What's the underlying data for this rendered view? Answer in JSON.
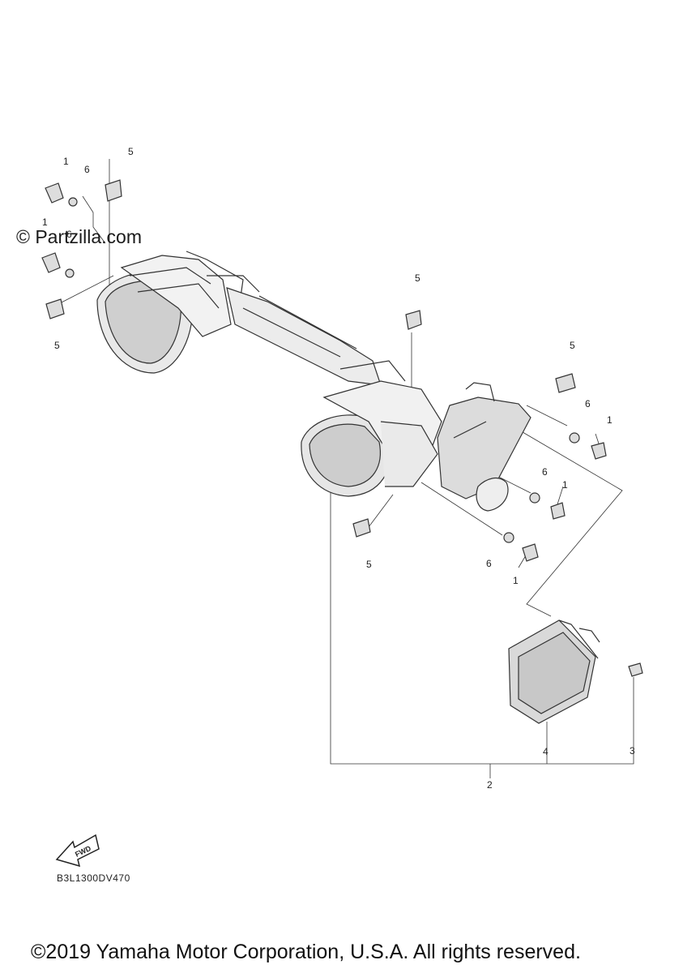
{
  "watermark": "© Partzilla.com",
  "diagram_code": "B3L1300DV470",
  "copyright": "©2019 Yamaha Motor Corporation, U.S.A. All rights reserved.",
  "fwd_label": "FWD",
  "callouts": {
    "c1a": "1",
    "c6a": "6",
    "c5a": "5",
    "c1b": "1",
    "c6b": "6",
    "c5b": "5",
    "c5c": "5",
    "c5d": "5",
    "c6c": "6",
    "c1c": "1",
    "c6d": "6",
    "c1d": "1",
    "c5e": "5",
    "c6e": "6",
    "c1e": "1",
    "c4": "4",
    "c3": "3",
    "c2": "2"
  }
}
